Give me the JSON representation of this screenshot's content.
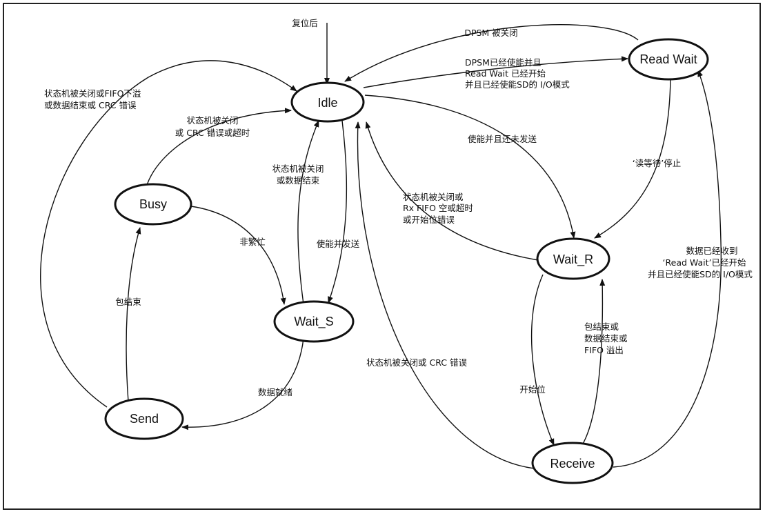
{
  "states": {
    "idle": "Idle",
    "read_wait": "Read Wait",
    "busy": "Busy",
    "wait_s": "Wait_S",
    "wait_r": "Wait_R",
    "send": "Send",
    "receive": "Receive"
  },
  "transitions": {
    "reset": "复位后",
    "rw_to_idle": "DPSM 被关闭",
    "idle_to_rw": [
      "DPSM已经使能并且",
      "Read Wait 已经开始",
      "并且已经使能SD的 I/O模式"
    ],
    "send_to_idle": [
      "状态机被关闭或FIFO下溢",
      "或数据结束或 CRC 错误"
    ],
    "busy_to_idle": [
      "状态机被关闭",
      "或 CRC 错误或超时"
    ],
    "waits_to_idle": [
      "状态机被关闭",
      "或数据结束"
    ],
    "idle_to_waits": "使能并发送",
    "busy_to_waits": "非繁忙",
    "send_to_busy": "包结束",
    "waits_to_send": "数据就绪",
    "idle_to_waitr": "使能并且还未发送",
    "rw_to_waitr": "‘读等待’停止",
    "waitr_to_idle": [
      "状态机被关闭或",
      "Rx FIFO 空或超时",
      "或开始位错误"
    ],
    "receive_to_idle": "状态机被关闭或 CRC 错误",
    "waitr_to_receive": "开始位",
    "receive_to_waitr": [
      "包结束或",
      "数据结束或",
      "FIFO 溢出"
    ],
    "receive_to_rw": [
      "数据已经收到",
      "‘Read Wait’已经开始",
      "并且已经使能SD的 I/O模式"
    ]
  }
}
